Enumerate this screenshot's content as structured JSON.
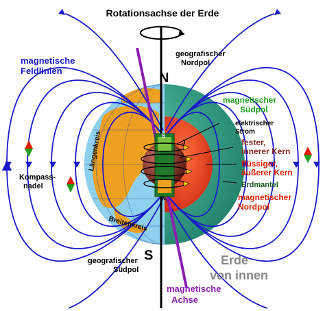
{
  "labels": {
    "axis_title": "Rotationsachse der Erde",
    "field_lines_1": "magnetische",
    "field_lines_2": "Feldlinien",
    "geo_north_1": "geografischer",
    "geo_north_2": "Nordpol",
    "north_letter": "N",
    "mag_south_1": "magnetischer",
    "mag_south_2": "Südpol",
    "current_1": "elektrischer",
    "current_2": "Strom",
    "inner_core_1": "fester,",
    "inner_core_2": "innerer Kern",
    "outer_core_1": "flüssiger,",
    "outer_core_2": "äußerer Kern",
    "mantle": "Erdmantel",
    "mag_north_1": "magnetischer",
    "mag_north_2": "Nordpol",
    "compass_1": "Kompass-",
    "compass_2": "nadel",
    "longitude": "Längenkreis",
    "latitude": "Breitenkreis",
    "south_letter": "S",
    "geo_south_1": "geografischer",
    "geo_south_2": "Südpol",
    "earth_inside_1": "Erde",
    "earth_inside_2": "von innen",
    "mag_axis_1": "magnetische",
    "mag_axis_2": "Achse",
    "coil_top": "S",
    "coil_bottom": "N",
    "current_letter": "J"
  },
  "colors": {
    "field_line": "#1a1acc",
    "ocean": "#8fd0ee",
    "land": "#f0a020",
    "mantle": "#2f9e86",
    "outer_core": "#e84020",
    "inner_core": "#8a2a20",
    "mag_axis": "#8a1fb0",
    "coil": "#1e7a2a",
    "current": "#f2d000",
    "label_blue": "#1a1acc",
    "label_green": "#20a020",
    "label_red": "#e02000",
    "label_brown": "#8a2a20",
    "label_purple": "#8a1fb0",
    "label_gray": "#888888"
  }
}
